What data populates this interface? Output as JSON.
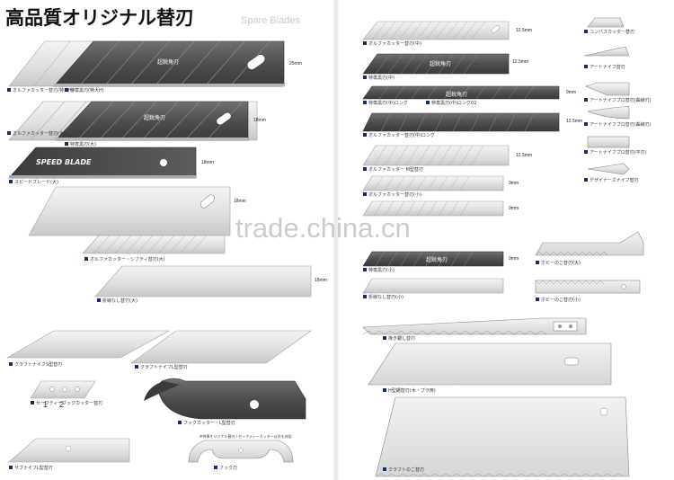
{
  "header": {
    "title": "高品質オリジナル替刃",
    "subtitle": "Spare Blades"
  },
  "watermark": "trade.china.cn",
  "left": {
    "captions": [
      "オルファカッター替刃(特大H)",
      "特専黒刃(特大H)",
      "オルファカッター替刃(大)",
      "特専黒刃(大)",
      "スピードブレード(大)",
      "オルファカッター・シフティ替刃(大)",
      "折線なし替刃(大)",
      "クラフトナイフS型替刃",
      "クラフトナイフL型替刃",
      "セーフティーフックカッター替刃",
      "フックカッター・L型替刃",
      "サブナイフL型替刃",
      "フック刃"
    ],
    "blade_labels": [
      "超鋭角刃",
      "超鋭角刃"
    ],
    "speed_blade_text": "SPEED BLADE",
    "dims": [
      "25mm",
      "18mm",
      "18mm",
      "18mm",
      "18mm"
    ],
    "hook_text": "※特専オリジナル替刃 / セーフティーカッター以外も対応",
    "safety_numbers": [
      "1",
      "2"
    ]
  },
  "right": {
    "captions": [
      "オルファカッター替刃(中)",
      "特専黒刃(中)",
      "特専黒刃(中)ロング",
      "特専黒刃(中)ロング02",
      "オルファカッター替刃(中)ロング",
      "オルファカッター M型替刃",
      "オルファカッター替刃(小)",
      "特専黒刃(小)",
      "折線なし替刃(小)",
      "挽き鋸し替刃",
      "H型鋸替刃(木・プラ用)",
      "クラフトのこ替刃",
      "コンパスカッター替刃",
      "アートナイフ替刃",
      "アートナイフプロ替刃(曲線刃)",
      "アートナイフプロ替刃(曲線刃)",
      "アートナイフプロ替刃(平刃)",
      "デザイナーズナイフ替刃",
      "ホビーのこ替刃(大)",
      "ホビーのこ替刃(小)"
    ],
    "blade_labels": [
      "超鋭角刃",
      "超鋭角刃",
      "超鋭角刃"
    ],
    "dims": [
      "12.5mm",
      "12.5mm",
      "9mm",
      "12.5mm",
      "12.5mm",
      "9mm",
      "9mm",
      "9mm"
    ]
  },
  "colors": {
    "dark_blade": "#4a4a4a",
    "silver_blade": "#d9d9d9",
    "edge": "#6b6b6b",
    "bullet": "#1a2a6a"
  }
}
